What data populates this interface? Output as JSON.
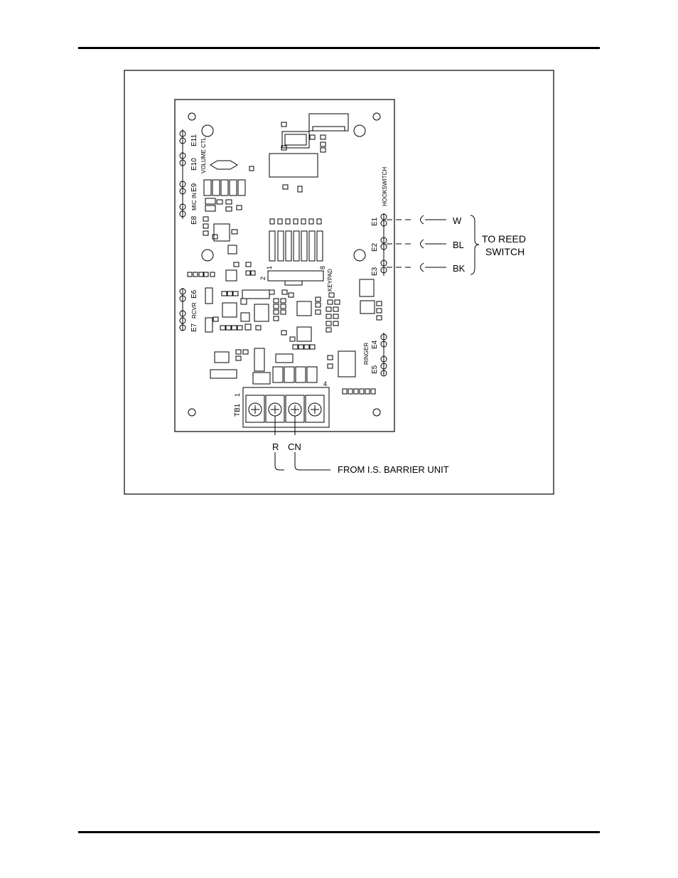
{
  "board_labels": {
    "e11": "E11",
    "e10": "E10",
    "volume_ctl": "VOLUME CTL",
    "e9": "E9",
    "mic_in": "MIC IN",
    "e8": "E8",
    "e6": "E6",
    "rcvr": "RCVR",
    "e7": "E7",
    "keypad": "KEYPAD",
    "keypad_pin1": "1",
    "keypad_pin2": "2",
    "keypad_pin8": "8",
    "hookswitch": "HOOKSWITCH",
    "e1": "E1",
    "e2": "E2",
    "e3": "E3",
    "ringer": "RINGER",
    "e4": "E4",
    "e5": "E5",
    "tb1": "TB1",
    "tb1_pin1": "1",
    "tb1_pin4": "4"
  },
  "wires": {
    "w": "W",
    "bl": "BL",
    "bk": "BK",
    "reed_line1": "TO REED",
    "reed_line2": "SWITCH",
    "r": "R",
    "cn": "CN",
    "barrier": "FROM I.S. BARRIER UNIT"
  },
  "colors": {
    "ink": "#000000",
    "paper": "#ffffff"
  }
}
